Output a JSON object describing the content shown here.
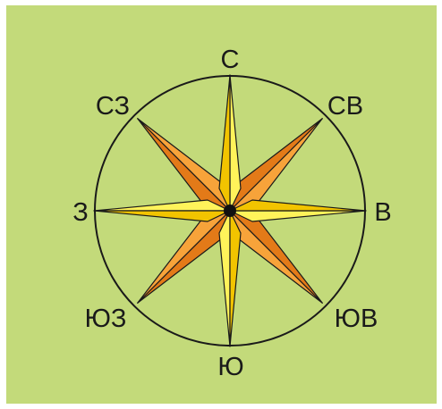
{
  "colors": {
    "background": "#c3da7a",
    "ring": "#1a1a1a",
    "cardinal_ray_light": "#fff35a",
    "cardinal_ray_dark": "#f2c400",
    "diagonal_ray_light": "#f7a33a",
    "diagonal_ray_dark": "#e37a18",
    "center": "#111111"
  },
  "compass": {
    "icon": "compass-rose-icon",
    "directions": {
      "n": "С",
      "ne": "СВ",
      "e": "В",
      "se": "ЮВ",
      "s": "Ю",
      "sw": "ЮЗ",
      "w": "З",
      "nw": "СЗ"
    }
  }
}
